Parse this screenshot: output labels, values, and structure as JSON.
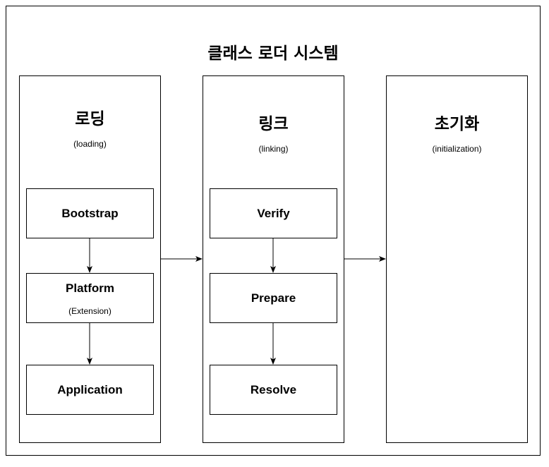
{
  "diagram": {
    "title": "클래스 로더 시스템",
    "stages": [
      {
        "title": "로딩",
        "subtitle": "(loading)",
        "steps": [
          {
            "label": "Bootstrap",
            "sub": ""
          },
          {
            "label": "Platform",
            "sub": "(Extension)"
          },
          {
            "label": "Application",
            "sub": ""
          }
        ]
      },
      {
        "title": "링크",
        "subtitle": "(linking)",
        "steps": [
          {
            "label": "Verify",
            "sub": ""
          },
          {
            "label": "Prepare",
            "sub": ""
          },
          {
            "label": "Resolve",
            "sub": ""
          }
        ]
      },
      {
        "title": "초기화",
        "subtitle": "(initialization)",
        "steps": []
      }
    ]
  }
}
